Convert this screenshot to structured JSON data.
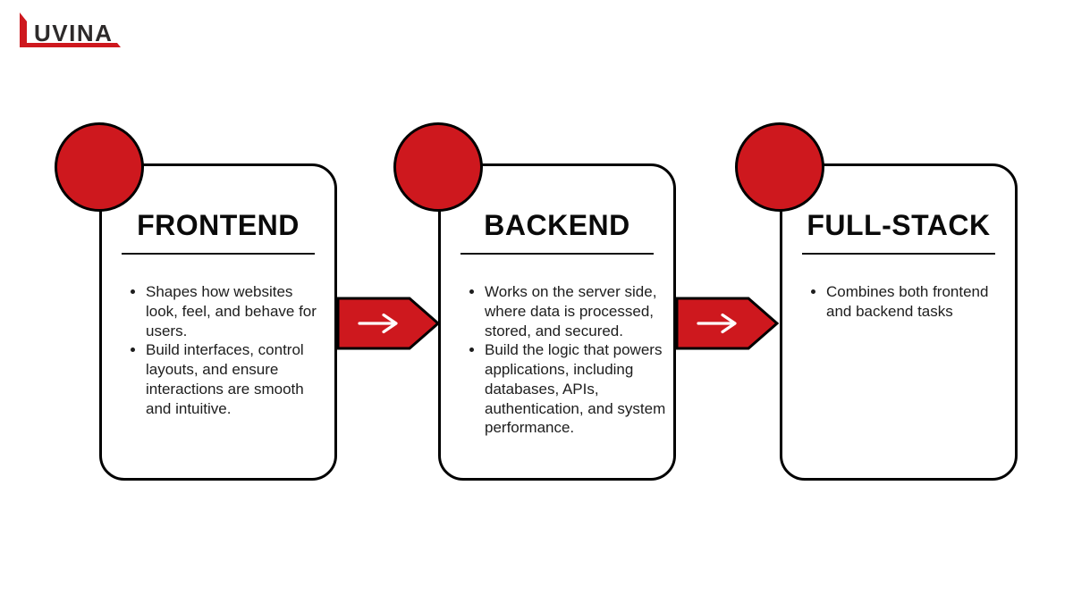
{
  "page": {
    "background": "#ffffff"
  },
  "colors": {
    "accent_red": "#CE181E",
    "outline_black": "#000000",
    "body_text": "#1d1d1d",
    "logo_text_color": "#2d2a2a"
  },
  "logo": {
    "text": "UVINA",
    "mark": "red-l-mark"
  },
  "cards": [
    {
      "title": "FRONTEND",
      "bullets": [
        "Shapes how websites look, feel, and behave for users.",
        "Build interfaces, control layouts, and ensure interactions are smooth and intuitive."
      ]
    },
    {
      "title": "BACKEND",
      "bullets": [
        "Works on the server side, where data is processed, stored, and secured.",
        "Build the logic that powers applications, including databases, APIs, authentication, and system performance."
      ]
    },
    {
      "title": "FULL-STACK",
      "bullets": [
        "Combines both frontend and backend tasks"
      ]
    }
  ],
  "arrows": [
    {
      "icon": "right-arrow-icon",
      "glyph": "→"
    },
    {
      "icon": "right-arrow-icon",
      "glyph": "→"
    }
  ]
}
